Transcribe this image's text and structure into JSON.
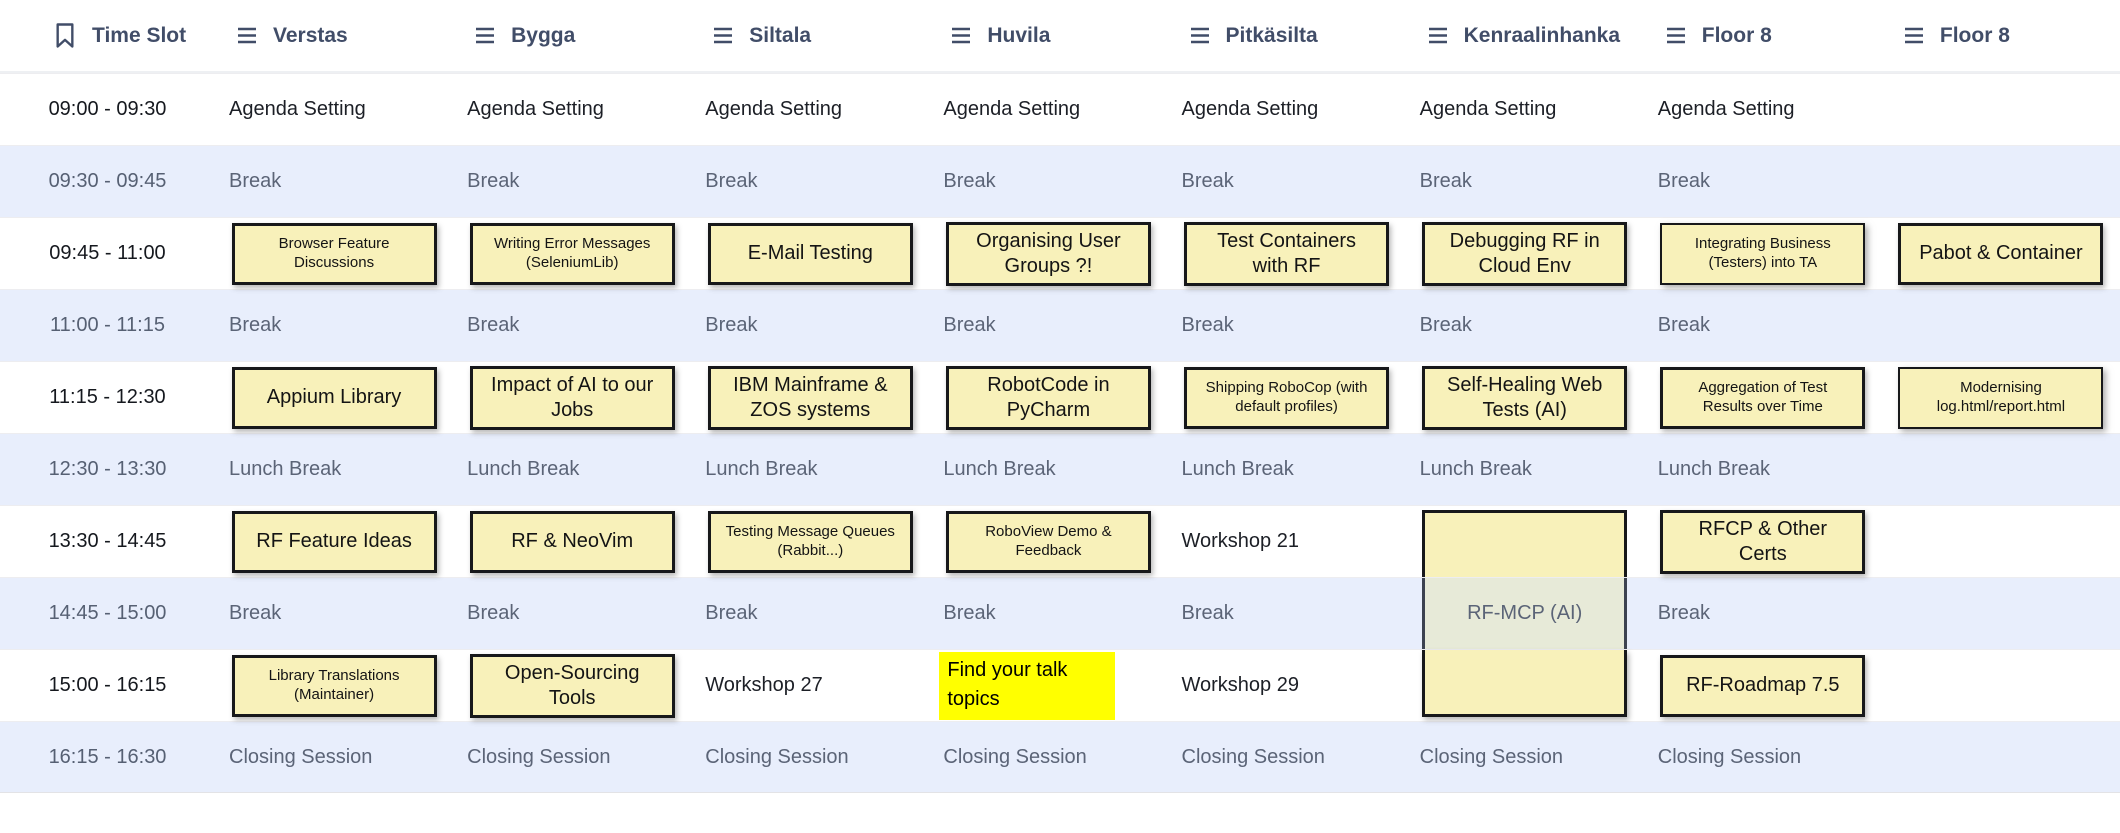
{
  "colors": {
    "note_fill": "#f8f1ba",
    "note_border": "#17181a",
    "break_row_bg": "#e8eefc",
    "highlight": "#ffff00",
    "header_text": "#414d68",
    "muted_text": "#5b6477",
    "dark_text": "#16181d",
    "tall_card_shaded_fill": "#e7ead8"
  },
  "header": {
    "columns": [
      {
        "label": "Time Slot",
        "icon": "bookmark-icon"
      },
      {
        "label": "Verstas",
        "icon": "rows-icon"
      },
      {
        "label": "Bygga",
        "icon": "rows-icon"
      },
      {
        "label": "Siltala",
        "icon": "rows-icon"
      },
      {
        "label": "Huvila",
        "icon": "rows-icon"
      },
      {
        "label": "Pitkäsilta",
        "icon": "rows-icon"
      },
      {
        "label": "Kenraalinhanka",
        "icon": "rows-icon"
      },
      {
        "label": "Floor 8",
        "icon": "rows-icon"
      },
      {
        "label": "Floor 8",
        "icon": "rows-icon"
      }
    ]
  },
  "rows": [
    {
      "time": "09:00 - 09:30",
      "type": "session",
      "cells": [
        {
          "text": "Agenda Setting"
        },
        {
          "text": "Agenda Setting"
        },
        {
          "text": "Agenda Setting"
        },
        {
          "text": "Agenda Setting"
        },
        {
          "text": "Agenda Setting"
        },
        {
          "text": "Agenda Setting"
        },
        {
          "text": "Agenda Setting"
        },
        {
          "text": ""
        }
      ]
    },
    {
      "time": "09:30 - 09:45",
      "type": "break",
      "cells": [
        {
          "text": "Break"
        },
        {
          "text": "Break"
        },
        {
          "text": "Break"
        },
        {
          "text": "Break"
        },
        {
          "text": "Break"
        },
        {
          "text": "Break"
        },
        {
          "text": "Break"
        },
        {
          "text": ""
        }
      ]
    },
    {
      "time": "09:45 - 11:00",
      "type": "session",
      "cells": [
        {
          "text": "Browser Feature Discussions"
        },
        {
          "text": "Writing Error Messages (SeleniumLib)"
        },
        {
          "text": "E-Mail Testing"
        },
        {
          "text": "Organising User Groups ?!"
        },
        {
          "text": "Test Containers with RF"
        },
        {
          "text": "Debugging RF in Cloud Env"
        },
        {
          "text": "Integrating Business (Testers) into TA"
        },
        {
          "text": "Pabot & Container"
        }
      ]
    },
    {
      "time": "11:00 - 11:15",
      "type": "break",
      "cells": [
        {
          "text": "Break"
        },
        {
          "text": "Break"
        },
        {
          "text": "Break"
        },
        {
          "text": "Break"
        },
        {
          "text": "Break"
        },
        {
          "text": "Break"
        },
        {
          "text": "Break"
        },
        {
          "text": ""
        }
      ]
    },
    {
      "time": "11:15 - 12:30",
      "type": "session",
      "cells": [
        {
          "text": "Appium Library"
        },
        {
          "text": "Impact of AI to our Jobs"
        },
        {
          "text": "IBM Mainframe & ZOS systems"
        },
        {
          "text": "RobotCode in PyCharm"
        },
        {
          "text": "Shipping RoboCop (with default profiles)"
        },
        {
          "text": "Self-Healing Web Tests (AI)"
        },
        {
          "text": "Aggregation of Test Results over Time"
        },
        {
          "text": "Modernising log.html/report.html"
        }
      ]
    },
    {
      "time": "12:30 - 13:30",
      "type": "break",
      "cells": [
        {
          "text": "Lunch Break"
        },
        {
          "text": "Lunch Break"
        },
        {
          "text": "Lunch Break"
        },
        {
          "text": "Lunch Break"
        },
        {
          "text": "Lunch Break"
        },
        {
          "text": "Lunch Break"
        },
        {
          "text": "Lunch Break"
        },
        {
          "text": ""
        }
      ]
    },
    {
      "time": "13:30 - 14:45",
      "type": "session",
      "cells": [
        {
          "text": "RF Feature Ideas"
        },
        {
          "text": "RF &  NeoVim"
        },
        {
          "text": "Testing Message Queues (Rabbit...)"
        },
        {
          "text": "RoboView Demo & Feedback"
        },
        {
          "text": "Workshop 21"
        },
        {
          "text": ""
        },
        {
          "text": "RFCP & Other Certs"
        },
        {
          "text": ""
        }
      ]
    },
    {
      "time": "14:45 - 15:00",
      "type": "break",
      "cells": [
        {
          "text": "Break"
        },
        {
          "text": "Break"
        },
        {
          "text": "Break"
        },
        {
          "text": "Break"
        },
        {
          "text": "Break"
        },
        {
          "text": "RF-MCP (AI)"
        },
        {
          "text": "Break"
        },
        {
          "text": ""
        }
      ]
    },
    {
      "time": "15:00 - 16:15",
      "type": "session",
      "cells": [
        {
          "text": "Library Translations (Maintainer)"
        },
        {
          "text": "Open-Sourcing Tools"
        },
        {
          "text": "Workshop 27"
        },
        {
          "text": "Find your talk topics"
        },
        {
          "text": "Workshop 29"
        },
        {
          "text": ""
        },
        {
          "text": "RF-Roadmap 7.5"
        },
        {
          "text": ""
        }
      ]
    },
    {
      "time": "16:15 - 16:30",
      "type": "break",
      "cells": [
        {
          "text": "Closing Session"
        },
        {
          "text": "Closing Session"
        },
        {
          "text": "Closing Session"
        },
        {
          "text": "Closing Session"
        },
        {
          "text": "Closing Session"
        },
        {
          "text": "Closing Session"
        },
        {
          "text": "Closing Session"
        },
        {
          "text": ""
        }
      ]
    }
  ]
}
